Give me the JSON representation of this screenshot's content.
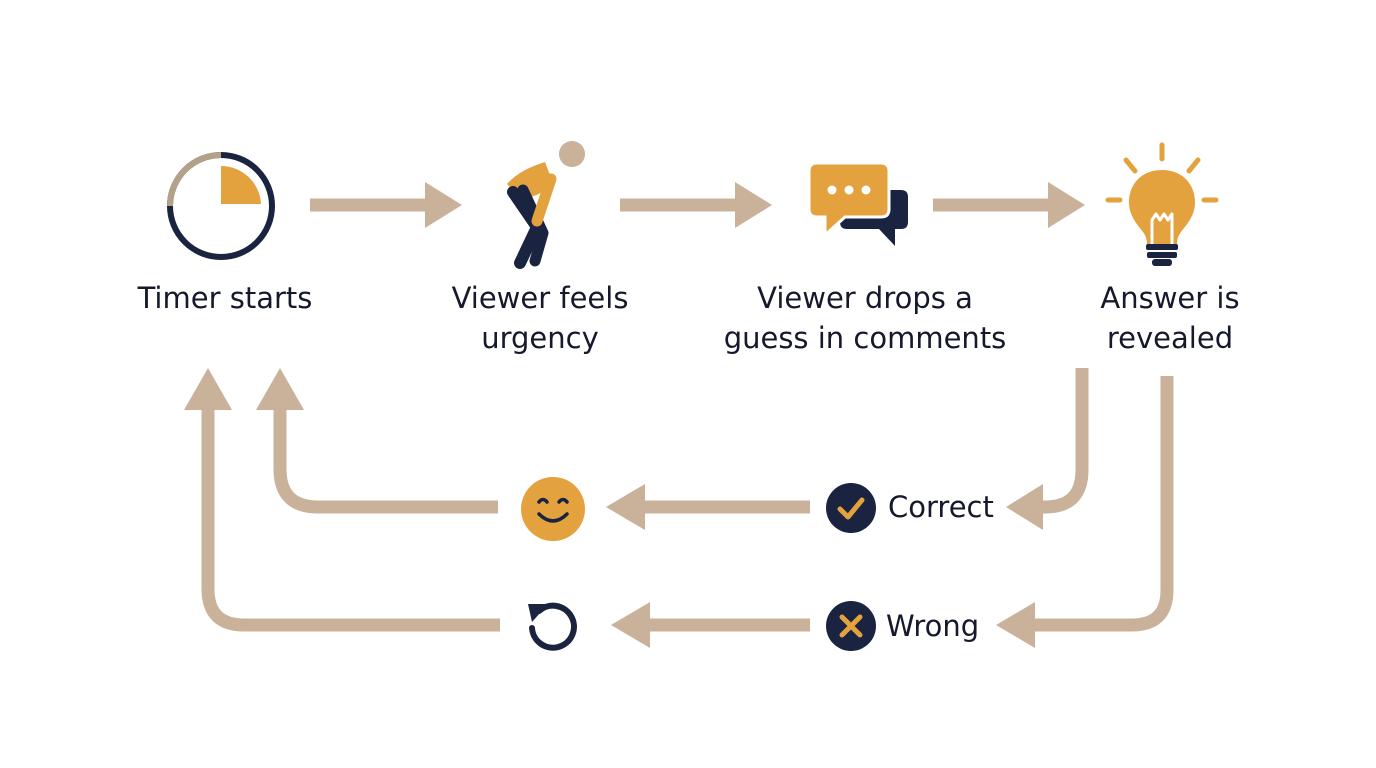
{
  "steps": [
    {
      "id": "timer",
      "icon": "timer-icon",
      "lines": [
        "Timer starts"
      ]
    },
    {
      "id": "urgency",
      "icon": "hurried-person-icon",
      "lines": [
        "Viewer feels",
        "urgency"
      ]
    },
    {
      "id": "comment",
      "icon": "chat-bubbles-icon",
      "lines": [
        "Viewer drops a",
        "guess in comments"
      ]
    },
    {
      "id": "reveal",
      "icon": "lightbulb-icon",
      "lines": [
        "Answer is",
        "revealed"
      ]
    }
  ],
  "outcomes": {
    "correct": {
      "label": "Correct",
      "icon": "check-circle-icon",
      "result_icon": "smiley-icon"
    },
    "wrong": {
      "label": "Wrong",
      "icon": "x-circle-icon",
      "result_icon": "retry-icon"
    }
  },
  "colors": {
    "arrow": "#c9b19a",
    "accent": "#e4a23e",
    "dark": "#1a2340",
    "text": "#15192b",
    "timer_track": "#b3a18a"
  }
}
